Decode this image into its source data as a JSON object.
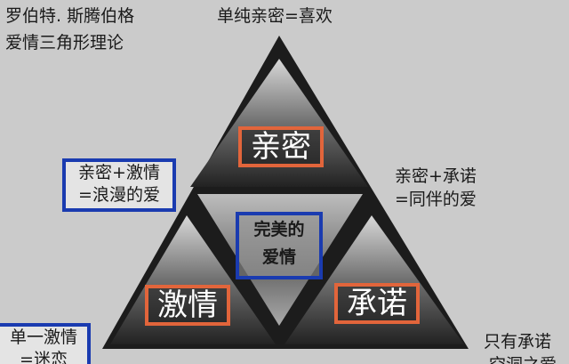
{
  "title": [
    "罗伯特. 斯腾伯格",
    "爱情三角形理论"
  ],
  "top_label": "单纯亲密=喜欢",
  "components": {
    "intimacy": "亲密",
    "passion": "激情",
    "commitment": "承诺"
  },
  "center": [
    "完美的",
    "爱情"
  ],
  "romantic": [
    "亲密+激情",
    "=浪漫的爱"
  ],
  "companionate": [
    "亲密+承诺",
    "=同伴的爱"
  ],
  "infatuation": [
    "单一激情",
    "=迷恋"
  ],
  "empty": [
    "只有承诺",
    "空洞之爱"
  ],
  "colors": {
    "orange": "#e2653b",
    "blue": "#1a3bb0"
  }
}
